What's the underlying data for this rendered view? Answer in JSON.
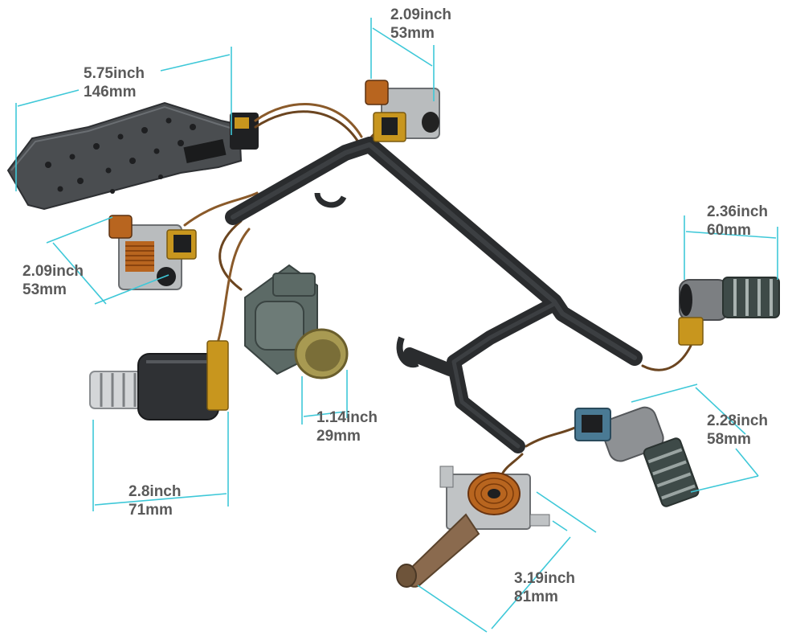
{
  "colors": {
    "dimension_line": "#3ec8d8",
    "label_text": "#5a5a5a",
    "harness_plastic": "#2a2c2e",
    "valve_plate": "#4a4d50",
    "copper_coil": "#b8651f",
    "connector_tan": "#c8961e"
  },
  "measurements": [
    {
      "id": "valve-plate-length",
      "inch": "5.75inch",
      "mm": "146mm"
    },
    {
      "id": "top-solenoid",
      "inch": "2.09inch",
      "mm": "53mm"
    },
    {
      "id": "left-solenoid",
      "inch": "2.09inch",
      "mm": "53mm"
    },
    {
      "id": "right-solenoid",
      "inch": "2.36inch",
      "mm": "60mm"
    },
    {
      "id": "round-connector",
      "inch": "1.14inch",
      "mm": "29mm"
    },
    {
      "id": "pwm-solenoid",
      "inch": "2.8inch",
      "mm": "71mm"
    },
    {
      "id": "tcc-solenoid",
      "inch": "2.28inch",
      "mm": "58mm"
    },
    {
      "id": "pressure-solenoid",
      "inch": "3.19inch",
      "mm": "81mm"
    }
  ]
}
